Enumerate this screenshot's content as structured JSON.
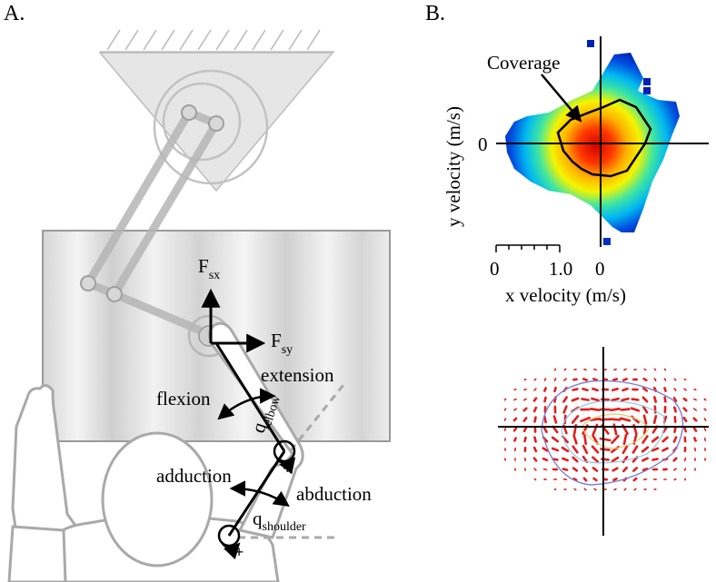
{
  "panels": {
    "a": "A.",
    "b": "B."
  },
  "forces": {
    "fsx_main": "F",
    "fsx_sub": "sx",
    "fsy_main": "F",
    "fsy_sub": "sy"
  },
  "joint_labels": {
    "extension": "extension",
    "flexion": "flexion",
    "adduction": "adduction",
    "abduction": "abduction",
    "q_elbow_main": "q",
    "q_elbow_sub": "elbow",
    "q_shoulder_main": "q",
    "q_shoulder_sub": "shoulder",
    "plus": "+"
  },
  "plot": {
    "coverage_label": "Coverage",
    "y_axis_label": "y velocity (m/s)",
    "x_axis_label": "x velocity (m/s)",
    "y_zero": "0",
    "x_zero": "0",
    "scale_start": "0",
    "scale_end": "1.0"
  },
  "colors": {
    "background": "#ffffff",
    "axes": "#000000",
    "field_arrows": "#e01e1e",
    "scene_gray": "#b8b8b8"
  }
}
